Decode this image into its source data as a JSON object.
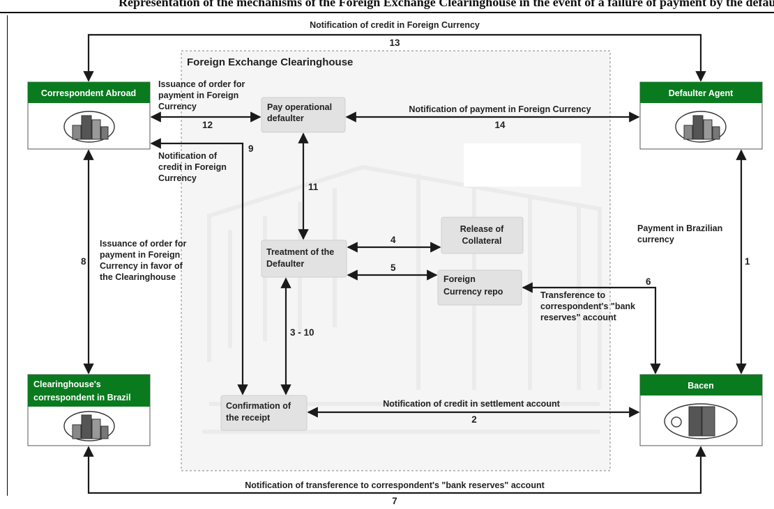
{
  "header": {
    "partial_title": "Representation of the mechanisms of the Foreign Exchange Clearinghouse in the event of a failure of payment by the default agent in Foreign Currency"
  },
  "area": {
    "title": "Foreign Exchange Clearinghouse"
  },
  "entities": {
    "correspondent_abroad": "Correspondent Abroad",
    "defaulter_agent": "Defaulter Agent",
    "clearinghouse_correspondent_line1": "Clearinghouse's",
    "clearinghouse_correspondent_line2": "correspondent in Brazil",
    "bacen": "Bacen"
  },
  "processes": {
    "pay_operational_line1": "Pay operational",
    "pay_operational_line2": "defaulter",
    "treatment_line1": "Treatment of the",
    "treatment_line2": "Defaulter",
    "release_line1": "Release of",
    "release_line2": "Collateral",
    "fx_repo_line1": "Foreign",
    "fx_repo_line2": "Currency repo",
    "confirmation_line1": "Confirmation of",
    "confirmation_line2": "the receipt"
  },
  "flows": {
    "f13_label": "Notification of credit in Foreign Currency",
    "f13_num": "13",
    "f12_label_line1": "Issuance of order for",
    "f12_label_line2": "payment in Foreign",
    "f12_label_line3": "Currency",
    "f12_num": "12",
    "f14_label": "Notification of payment in Foreign Currency",
    "f14_num": "14",
    "f9_label_line1": "Notification of",
    "f9_label_line2": "credit in Foreign",
    "f9_label_line3": "Currency",
    "f9_num": "9",
    "f11_num": "11",
    "f8_label_line1": "Issuance of order for",
    "f8_label_line2": "payment in Foreign",
    "f8_label_line3": "Currency in favor of",
    "f8_label_line4": "the Clearinghouse",
    "f8_num": "8",
    "f1_label_line1": "Payment in Brazilian",
    "f1_label_line2": "currency",
    "f1_num": "1",
    "f4_num": "4",
    "f5_num": "5",
    "f6_label_line1": "Transference to",
    "f6_label_line2": "correspondent's \"bank",
    "f6_label_line3": "reserves\" account",
    "f6_num": "6",
    "f3_10_num": "3 - 10",
    "f2_label": "Notification of credit in settlement account",
    "f2_num": "2",
    "f7_label": "Notification of transference to correspondent's \"bank reserves\" account",
    "f7_num": "7"
  },
  "colors": {
    "entity_header": "#0a7a1f",
    "process_fill": "#e2e2e2",
    "area_fill": "#f5f5f5",
    "line": "#1a1a1a"
  }
}
